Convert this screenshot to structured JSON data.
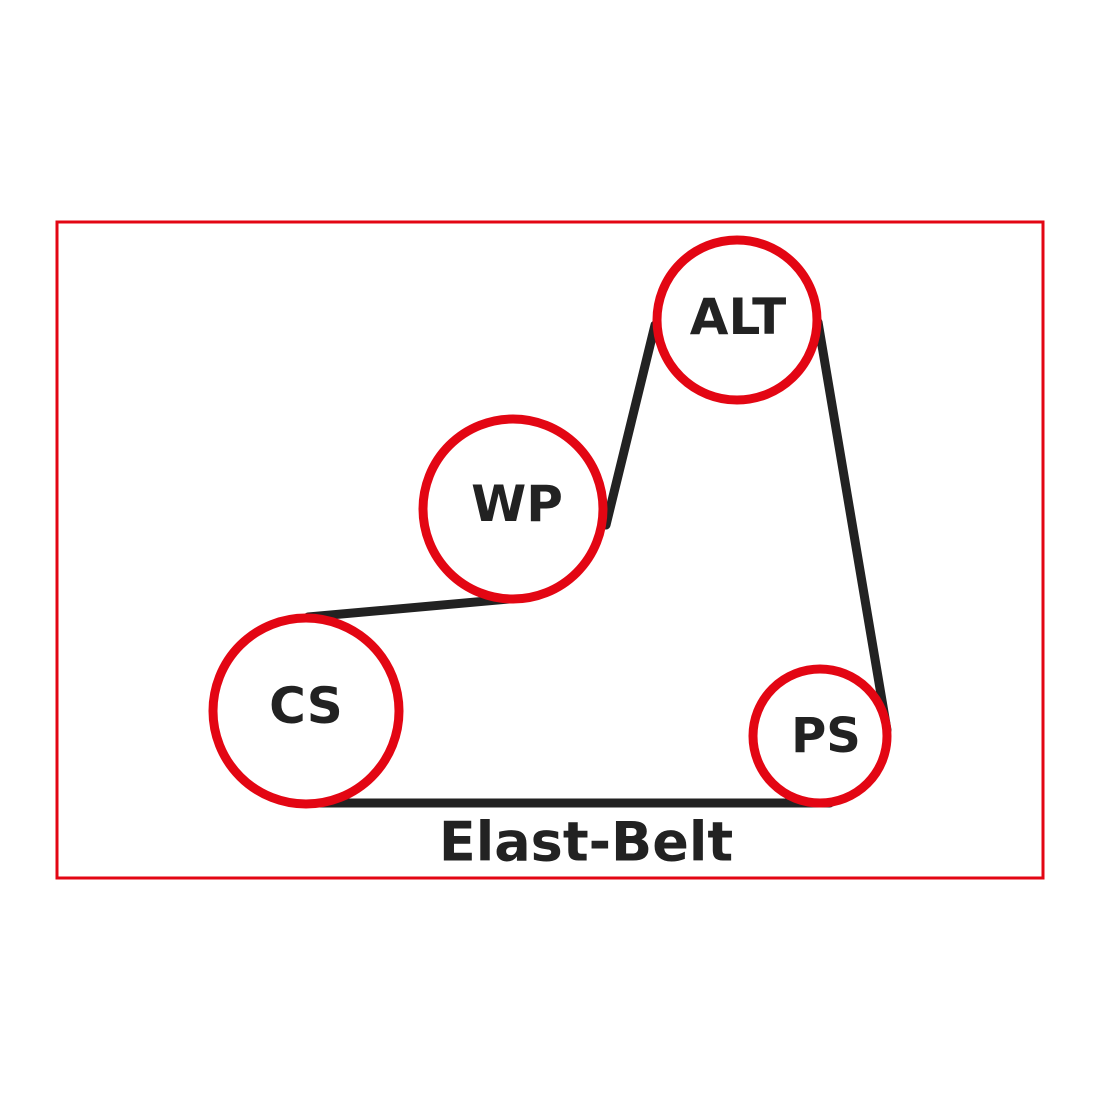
{
  "colors": {
    "frame": "#e30613",
    "ring": "#e30613",
    "belt": "#222222",
    "text": "#222222",
    "background": "#ffffff"
  },
  "pulleys": {
    "cs": {
      "label": "CS"
    },
    "wp": {
      "label": "WP"
    },
    "alt": {
      "label": "ALT"
    },
    "ps": {
      "label": "PS"
    }
  },
  "caption": "Elast-Belt"
}
